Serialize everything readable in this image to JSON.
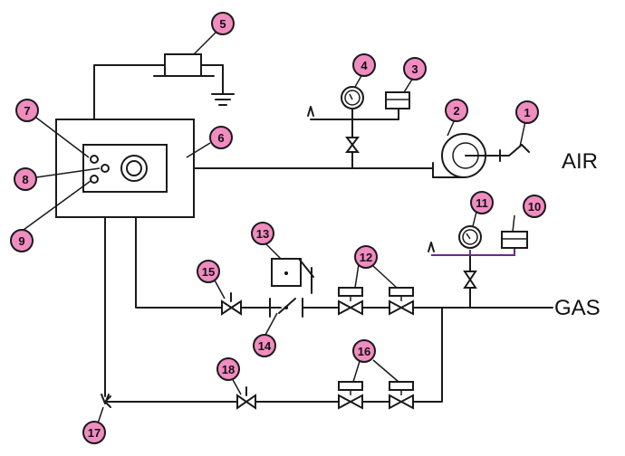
{
  "diagram": {
    "labels": {
      "air": "AIR",
      "gas": "GAS"
    },
    "callout_color": "#f08cc0",
    "callouts": [
      "1",
      "2",
      "3",
      "4",
      "5",
      "6",
      "7",
      "8",
      "9",
      "10",
      "11",
      "12",
      "13",
      "14",
      "15",
      "16",
      "17",
      "18"
    ]
  }
}
